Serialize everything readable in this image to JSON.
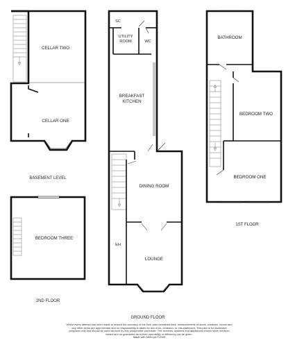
{
  "basement": {
    "level_label": "BASEMENT LEVEL",
    "rooms": [
      "CELLAR TWO",
      "CELLAR ONE"
    ]
  },
  "second_floor": {
    "level_label": "2ND FLOOR",
    "rooms": [
      "BEDROOM THREE"
    ]
  },
  "ground_floor": {
    "level_label": "GROUND FLOOR",
    "rooms": {
      "sc": "SC",
      "utility_1": "UTILITY",
      "utility_2": "ROOM",
      "wc": "WC",
      "kitchen_1": "BREAKFAST",
      "kitchen_2": "KITCHEN",
      "dining": "DINING ROOM",
      "eh": "EH",
      "lounge": "LOUNGE"
    }
  },
  "first_floor": {
    "level_label": "1ST FLOOR",
    "rooms": [
      "BATHROOM",
      "BEDROOM TWO",
      "BEDROOM ONE"
    ]
  },
  "disclaimer": "Whilst every attempt has been made to ensure the accuracy of the floor plan contained here, measurements of doors, windows, rooms and any other items are approximate and no responsibility is taken for any error, omission, or mis-statement. This plan is for illustrative purposes only and should be used as such by any prospective purchaser. The services, systems and appliances shown have not been tested and no guarantee as to their operability or efficiency can be given.",
  "credit": "Made with Metropix ©2009"
}
